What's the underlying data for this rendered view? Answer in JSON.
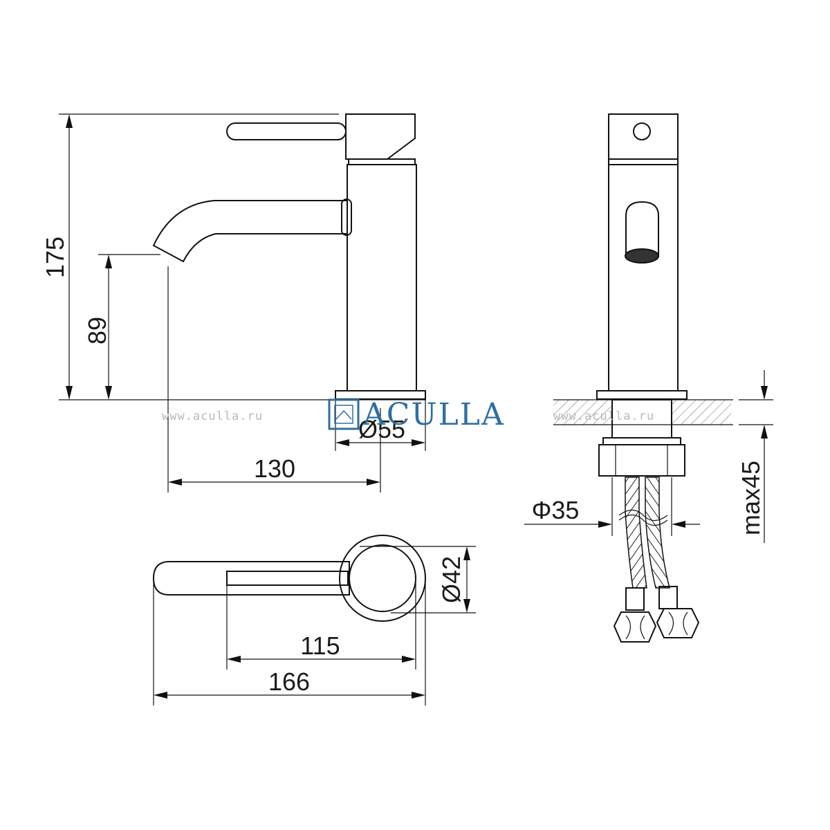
{
  "dimensions": {
    "height_total": "175",
    "spout_height": "89",
    "spout_reach": "130",
    "base_diameter": "Ø55",
    "handle_length": "115",
    "total_length": "166",
    "top_diameter": "Ø42",
    "mount_hole": "Φ35",
    "max_counter_thickness": "max45"
  },
  "watermarks": {
    "url_left": "www.aculla.ru",
    "url_right": "www.aculla.ru",
    "brand": "ACULLA"
  },
  "colors": {
    "lines": "#111111",
    "brand": "#2e6fa0",
    "watermark": "#b8b8b8"
  }
}
